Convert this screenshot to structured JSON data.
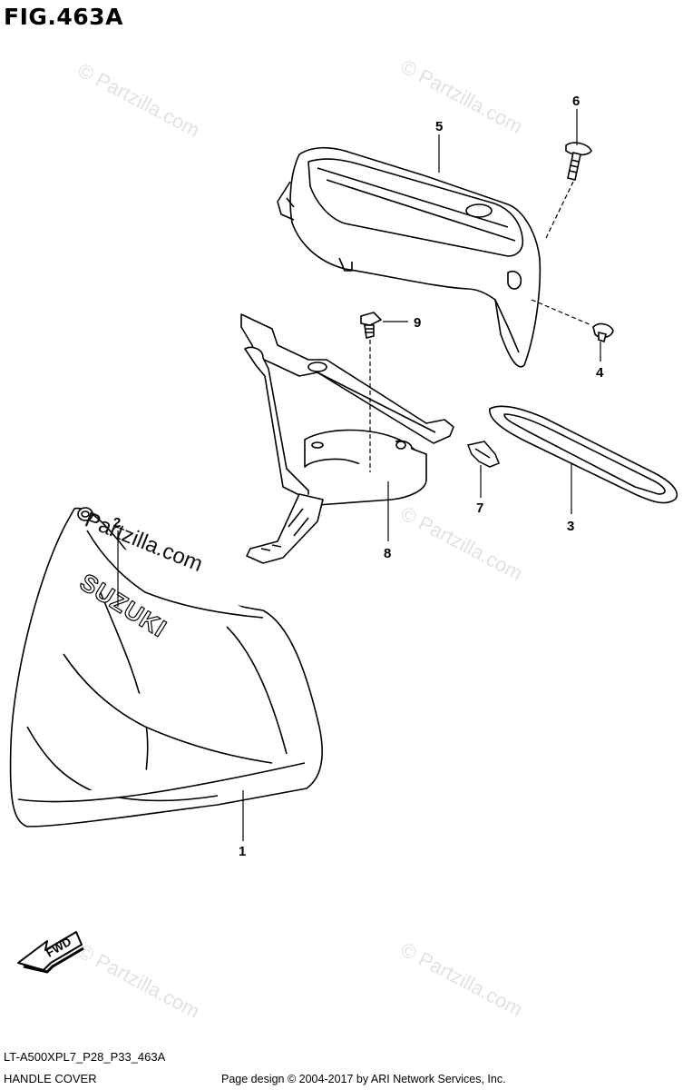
{
  "figure": {
    "title": "FIG.463A",
    "model_code": "LT-A500XPL7_P28_P33_463A",
    "section_name": "HANDLE COVER",
    "credit": "Page design © 2004-2017 by ARI Network Services, Inc."
  },
  "callouts": {
    "c1": "1",
    "c2": "2",
    "c3": "3",
    "c4": "4",
    "c5": "5",
    "c6": "6",
    "c7": "7",
    "c8": "8",
    "c9": "9"
  },
  "brand_text": "SUZUKI",
  "fwd_label": "FWD",
  "watermark": {
    "main": "Partzilla.com",
    "faint": "© Partzilla.com"
  }
}
